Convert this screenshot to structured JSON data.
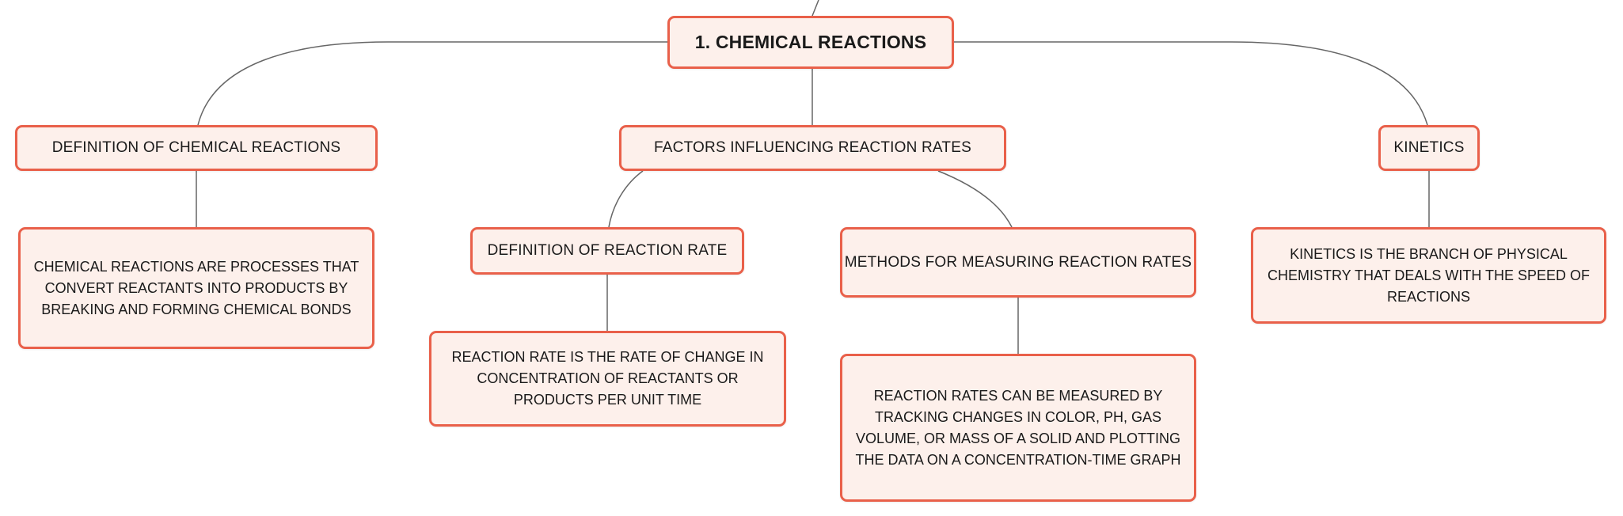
{
  "root": {
    "label": "1. CHEMICAL REACTIONS"
  },
  "branches": {
    "definition": {
      "label": "DEFINITION OF CHEMICAL REACTIONS",
      "detail": "CHEMICAL REACTIONS ARE PROCESSES THAT CONVERT REACTANTS INTO PRODUCTS BY BREAKING AND FORMING CHEMICAL BONDS"
    },
    "factors": {
      "label": "FACTORS INFLUENCING REACTION RATES",
      "children": {
        "rate_definition": {
          "label": "DEFINITION OF REACTION RATE",
          "detail": "REACTION RATE IS THE RATE OF CHANGE IN CONCENTRATION OF REACTANTS OR PRODUCTS PER UNIT TIME"
        },
        "measuring": {
          "label": "METHODS FOR MEASURING REACTION RATES",
          "detail": "REACTION RATES CAN BE MEASURED BY TRACKING CHANGES IN COLOR, PH, GAS VOLUME, OR MASS OF A SOLID AND PLOTTING THE DATA ON A CONCENTRATION-TIME GRAPH"
        }
      }
    },
    "kinetics": {
      "label": "KINETICS",
      "detail": "KINETICS IS THE BRANCH OF PHYSICAL CHEMISTRY THAT DEALS WITH THE SPEED OF REACTIONS"
    }
  },
  "colors": {
    "node_border": "#e9604a",
    "node_fill": "#fdf0eb",
    "connector": "#666666"
  }
}
